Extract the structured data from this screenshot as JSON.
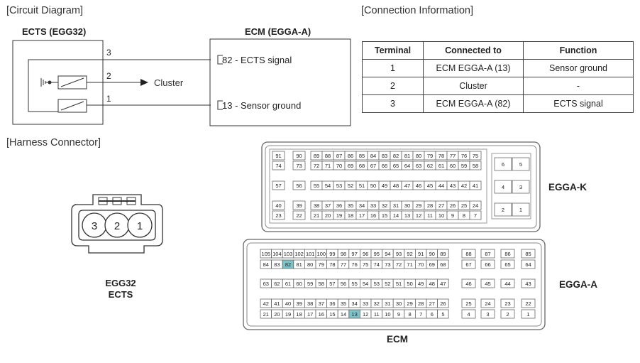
{
  "sections": {
    "circuit": "[Circuit Diagram]",
    "connection": "[Connection Information]",
    "harness": "[Harness Connector]"
  },
  "circuit": {
    "ects_title": "ECTS (EGG32)",
    "ecm_title": "ECM (EGGA-A)",
    "pins": [
      "3",
      "2",
      "1"
    ],
    "cluster_label": "Cluster",
    "signal_label": "82 - ECTS signal",
    "ground_label": "13 - Sensor ground"
  },
  "table": {
    "headers": [
      "Terminal",
      "Connected to",
      "Function"
    ],
    "rows": [
      [
        "1",
        "ECM EGGA-A (13)",
        "Sensor ground"
      ],
      [
        "2",
        "Cluster",
        "-"
      ],
      [
        "3",
        "ECM EGGA-A (82)",
        "ECTS signal"
      ]
    ]
  },
  "harness": {
    "pins": [
      "3",
      "2",
      "1"
    ],
    "name": "EGG32",
    "sub": "ECTS"
  },
  "egga_k": {
    "label": "EGGA-K",
    "rows": [
      [
        [
          "91",
          "74"
        ],
        [
          "90",
          "73"
        ],
        [
          "89",
          "88",
          "87",
          "86",
          "85",
          "84",
          "83",
          "82",
          "81",
          "80",
          "79",
          "78",
          "77",
          "76",
          "75"
        ],
        [
          "72",
          "71",
          "70",
          "69",
          "68",
          "67",
          "66",
          "65",
          "64",
          "63",
          "62",
          "61",
          "60",
          "59",
          "58"
        ]
      ],
      [
        [
          "57"
        ],
        [
          "56"
        ],
        [
          "55",
          "54",
          "53",
          "52",
          "51",
          "50",
          "49",
          "48",
          "47",
          "46",
          "45",
          "44",
          "43",
          "42",
          "41"
        ]
      ],
      [
        [
          "40",
          "23"
        ],
        [
          "39",
          "22"
        ],
        [
          "38",
          "37",
          "36",
          "35",
          "34",
          "33",
          "32",
          "31",
          "30",
          "29",
          "28",
          "27",
          "26",
          "25",
          "24"
        ],
        [
          "21",
          "20",
          "19",
          "18",
          "17",
          "16",
          "15",
          "14",
          "13",
          "12",
          "11",
          "10",
          "9",
          "8",
          "7"
        ]
      ]
    ],
    "small": [
      [
        "6",
        "5"
      ],
      [
        "4",
        "3"
      ],
      [
        "2",
        "1"
      ]
    ]
  },
  "egga_a": {
    "label": "EGGA-A",
    "bottom_label": "ECM",
    "row1": [
      "105",
      "104",
      "103",
      "102",
      "101",
      "100",
      "99",
      "98",
      "97",
      "96",
      "95",
      "94",
      "93",
      "92",
      "91",
      "90",
      "89"
    ],
    "row2": [
      "84",
      "83",
      "82",
      "81",
      "80",
      "79",
      "78",
      "77",
      "76",
      "75",
      "74",
      "73",
      "72",
      "71",
      "70",
      "69",
      "68"
    ],
    "row3": [
      "63",
      "62",
      "61",
      "60",
      "59",
      "58",
      "57",
      "56",
      "55",
      "54",
      "53",
      "52",
      "51",
      "50",
      "49",
      "48",
      "47"
    ],
    "row4": [
      "42",
      "41",
      "40",
      "39",
      "38",
      "37",
      "36",
      "35",
      "34",
      "33",
      "32",
      "31",
      "30",
      "29",
      "28",
      "27",
      "26"
    ],
    "row5": [
      "21",
      "20",
      "19",
      "18",
      "17",
      "16",
      "15",
      "14",
      "13",
      "12",
      "11",
      "10",
      "9",
      "8",
      "7",
      "6",
      "5"
    ],
    "right": [
      [
        "88",
        "87",
        "86",
        "85"
      ],
      [
        "67",
        "66",
        "65",
        "64"
      ],
      [
        "46",
        "45",
        "44",
        "43"
      ],
      [
        "25",
        "24",
        "23",
        "22"
      ],
      [
        "4",
        "3",
        "2",
        "1"
      ]
    ],
    "highlight": [
      "82",
      "13"
    ],
    "highlight_color": "#7cc3c9"
  }
}
